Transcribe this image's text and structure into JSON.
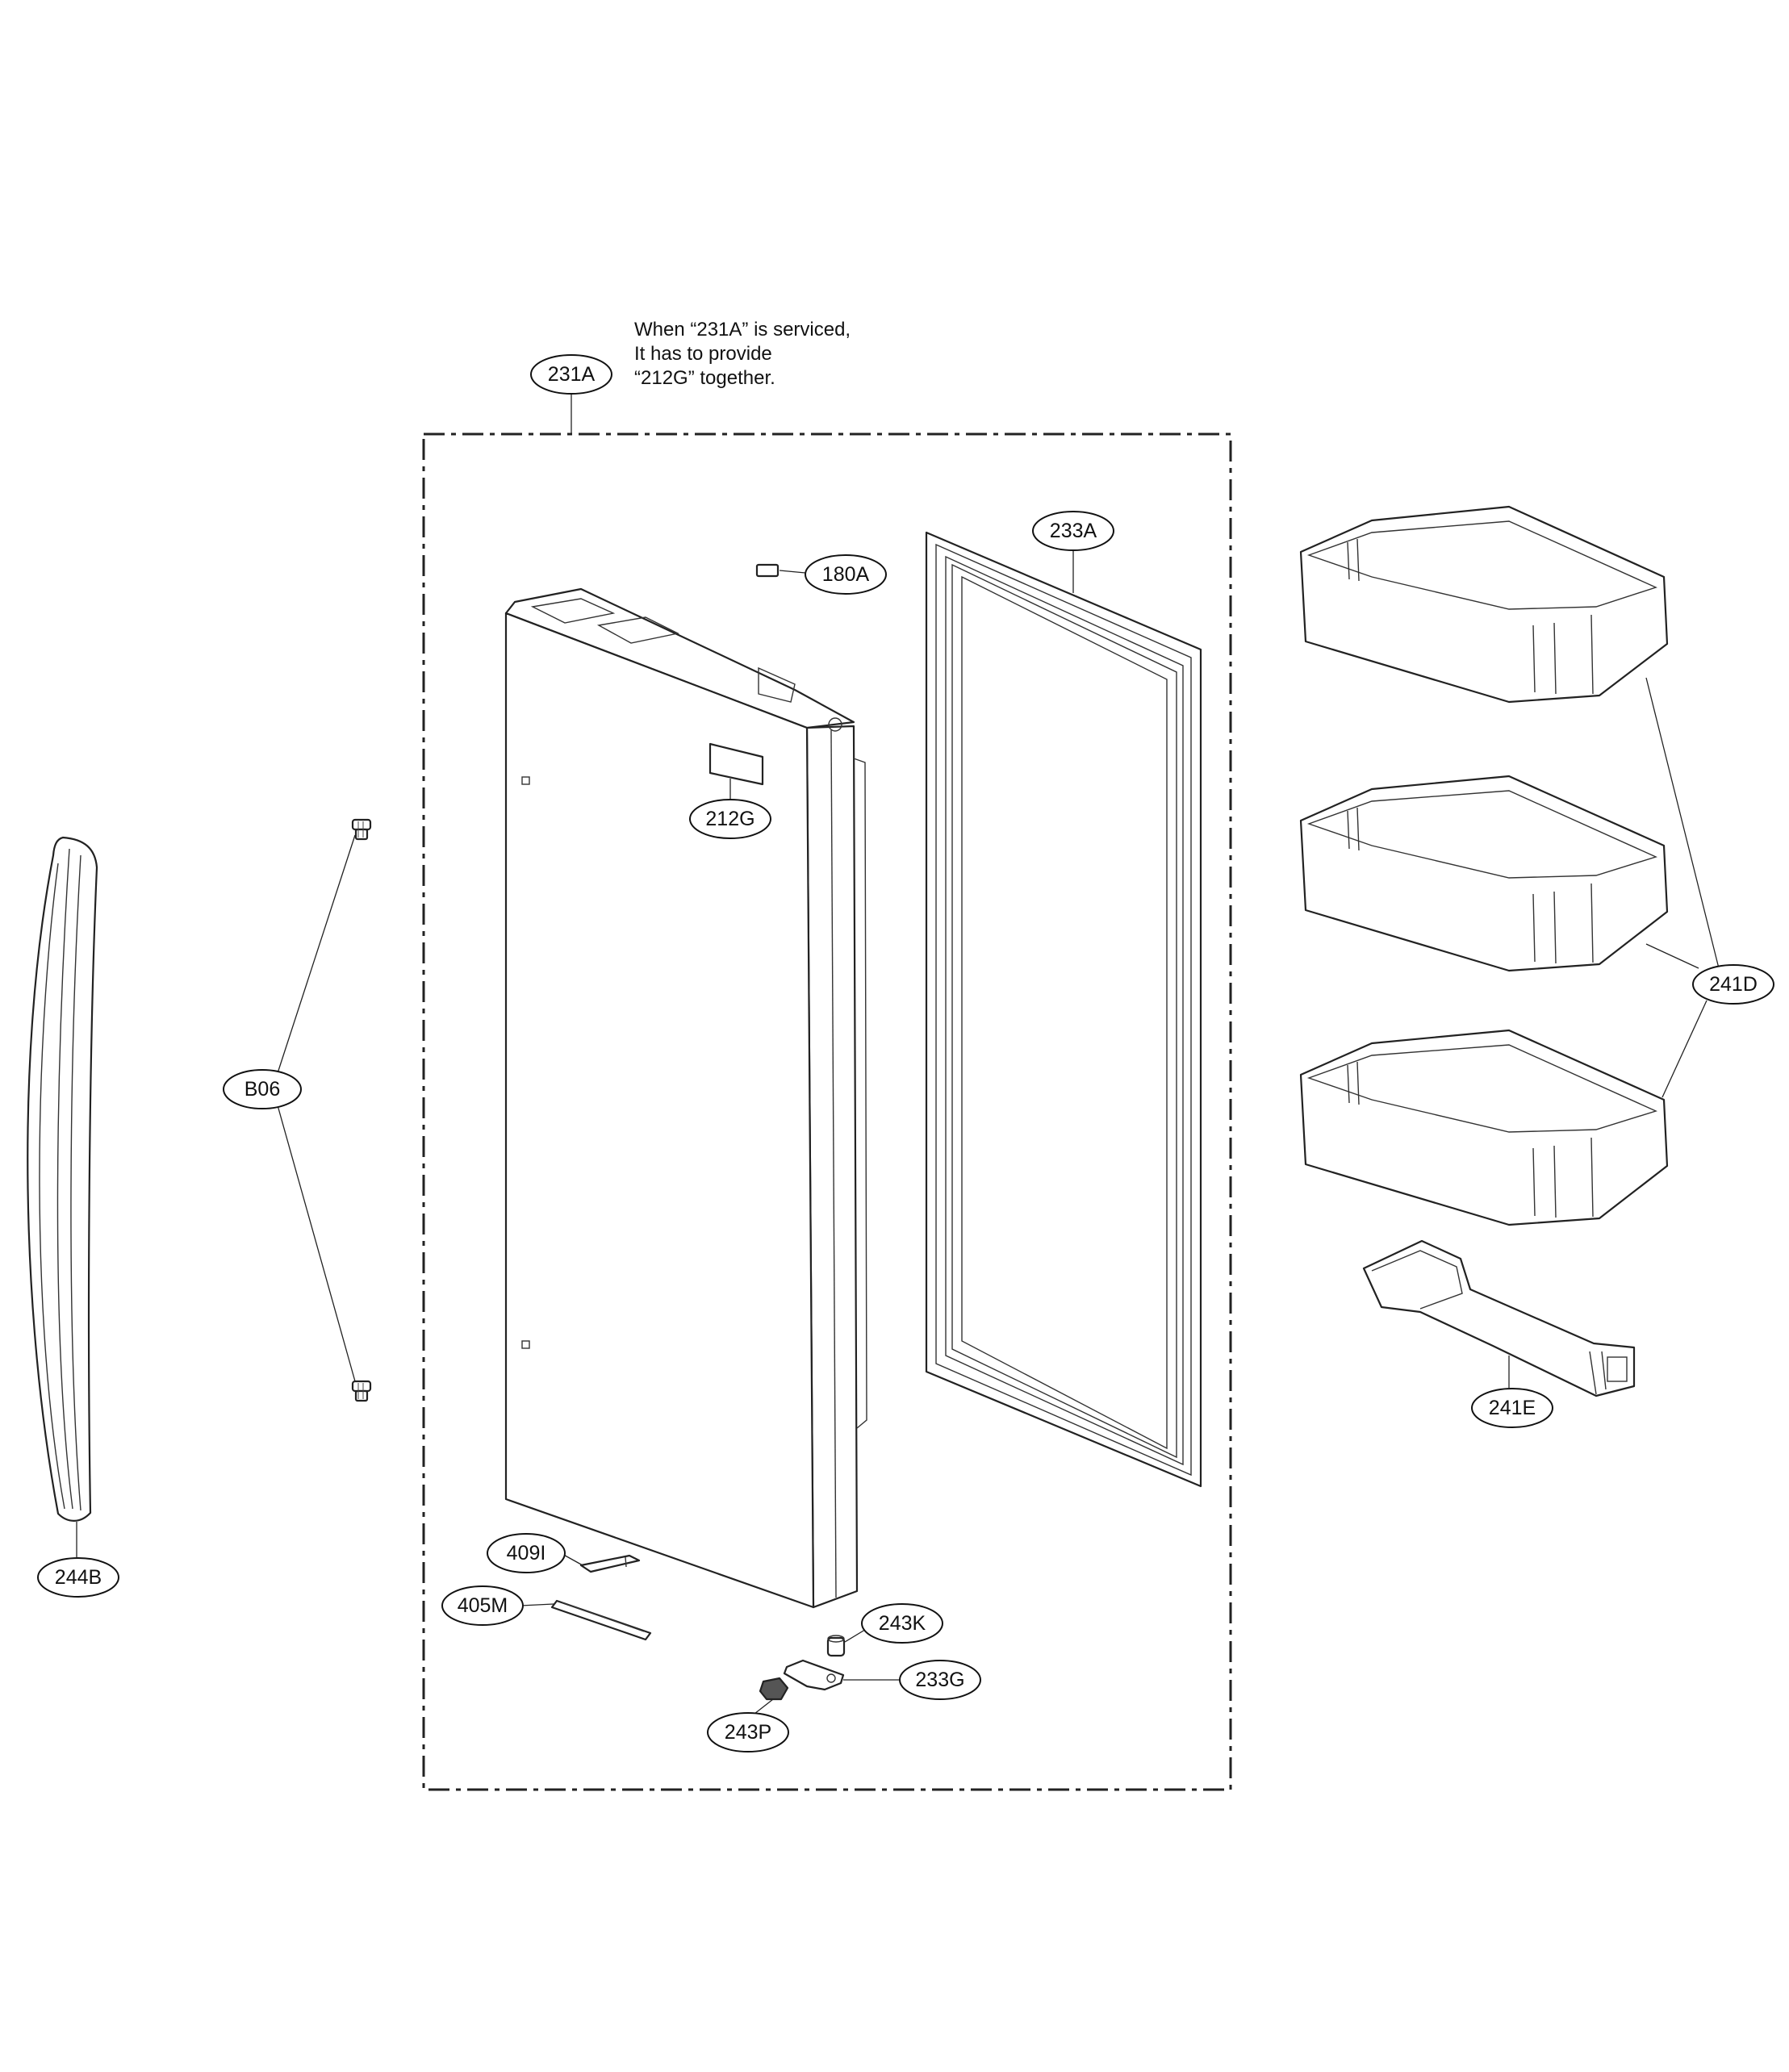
{
  "note": {
    "lines": [
      "When “231A” is serviced,",
      "It has to provide",
      "“212G” together."
    ]
  },
  "callouts": [
    {
      "id": "231A",
      "label": "231A"
    },
    {
      "id": "233A",
      "label": "233A"
    },
    {
      "id": "180A",
      "label": "180A"
    },
    {
      "id": "212G",
      "label": "212G"
    },
    {
      "id": "B06",
      "label": "B06"
    },
    {
      "id": "244B",
      "label": "244B"
    },
    {
      "id": "241D",
      "label": "241D"
    },
    {
      "id": "241E",
      "label": "241E"
    },
    {
      "id": "409I",
      "label": "409I"
    },
    {
      "id": "405M",
      "label": "405M"
    },
    {
      "id": "243K",
      "label": "243K"
    },
    {
      "id": "233G",
      "label": "233G"
    },
    {
      "id": "243P",
      "label": "243P"
    }
  ]
}
